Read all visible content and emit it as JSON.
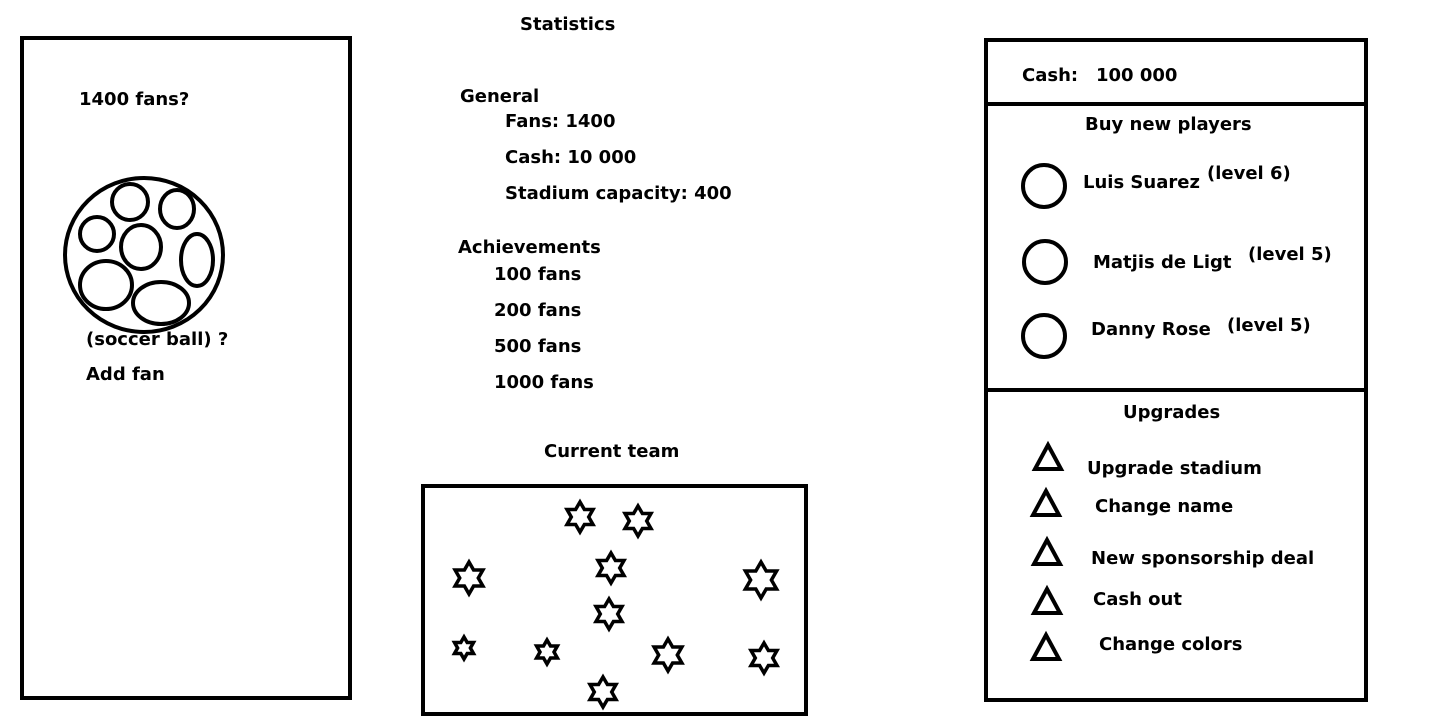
{
  "clicker": {
    "fan_count_label": "1400 fans?",
    "ball_caption": "(soccer ball) ?",
    "add_fan_label": "Add fan"
  },
  "statistics": {
    "title": "Statistics",
    "general": {
      "heading": "General",
      "fans": "Fans: 1400",
      "cash": "Cash: 10 000",
      "stadium_capacity": "Stadium capacity: 400"
    },
    "achievements": {
      "heading": "Achievements",
      "items": [
        "100 fans",
        "200 fans",
        "500 fans",
        "1000 fans"
      ]
    }
  },
  "team": {
    "title": "Current team",
    "player_count": 12
  },
  "shop": {
    "cash_label": "Cash:",
    "cash_value": "100 000",
    "buy_players": {
      "heading": "Buy new players",
      "players": [
        {
          "name": "Luis Suarez",
          "level": "(level 6)"
        },
        {
          "name": "Matjis de Ligt",
          "level": "(level 5)"
        },
        {
          "name": "Danny Rose",
          "level": "(level 5)"
        }
      ]
    },
    "upgrades": {
      "heading": "Upgrades",
      "items": [
        "Upgrade stadium",
        "Change name",
        "New sponsorship deal",
        "Cash out",
        "Change colors"
      ]
    }
  },
  "colors": {
    "ink": "#000000",
    "background": "#ffffff"
  }
}
